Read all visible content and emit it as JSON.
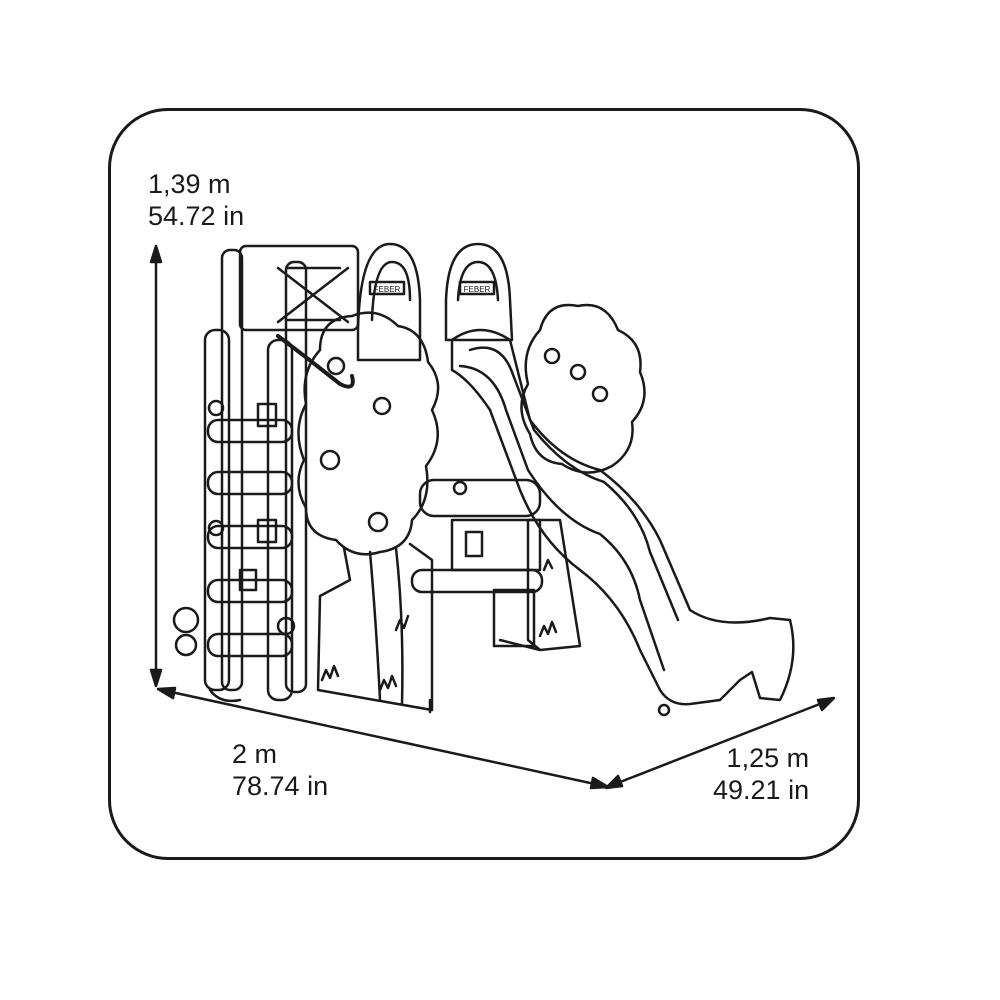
{
  "dimensions": {
    "height": {
      "metric": "1,39 m",
      "imperial": "54.72 in"
    },
    "width": {
      "metric": "2 m",
      "imperial": "78.74 in"
    },
    "depth": {
      "metric": "1,25 m",
      "imperial": "49.21 in"
    }
  },
  "product": {
    "brand_tag_left": "FEBER",
    "brand_tag_right": "FEBER"
  },
  "colors": {
    "line": "#1a1a1a",
    "background": "#ffffff"
  }
}
